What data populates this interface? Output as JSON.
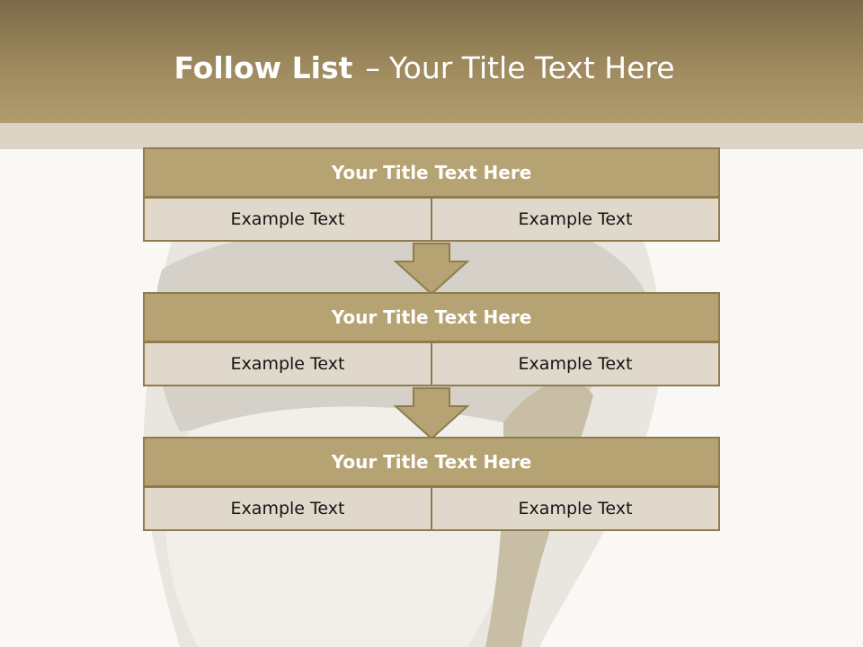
{
  "header": {
    "title_bold": "Follow List",
    "title_separator": "–",
    "title_rest": "Your Title Text Here"
  },
  "blocks": [
    {
      "title": "Your Title Text Here",
      "left": "Example Text",
      "right": "Example Text"
    },
    {
      "title": "Your Title Text Here",
      "left": "Example Text",
      "right": "Example Text"
    },
    {
      "title": "Your Title Text Here",
      "left": "Example Text",
      "right": "Example Text"
    }
  ],
  "colors": {
    "header": "#9e8a5e",
    "block_title": "#b5a373",
    "cell": "#e0d9cb",
    "border": "#8f7c4e",
    "background": "#f9f8f4"
  }
}
